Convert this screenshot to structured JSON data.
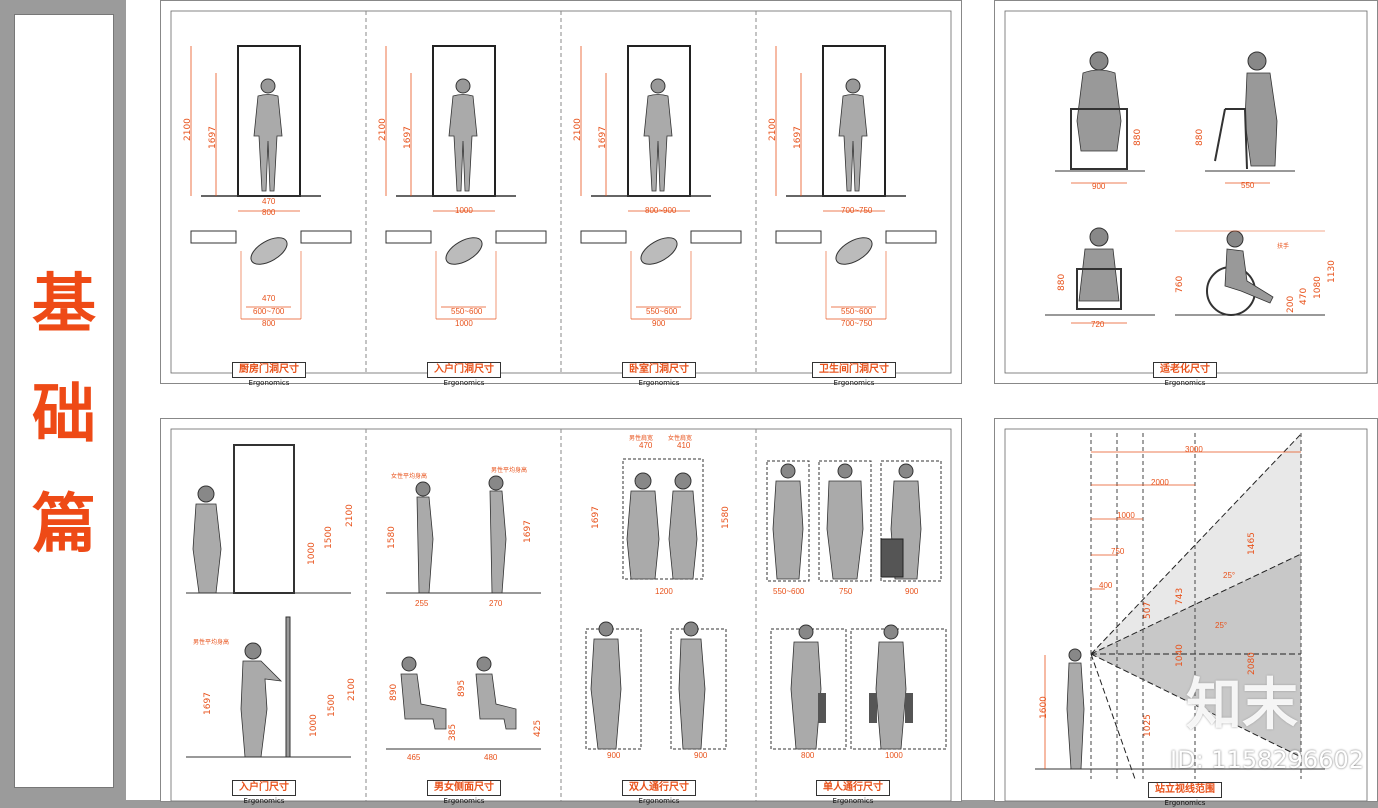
{
  "side_title": [
    "基",
    "础",
    "篇"
  ],
  "top_row": [
    {
      "caption": "厨房门洞尺寸",
      "sub": "Ergonomics",
      "h_total": "2100",
      "h_person": "1697",
      "w_top": "470",
      "w_door": "800",
      "w_plan_a": "470",
      "w_plan_b": "600~700",
      "w_plan_c": "800"
    },
    {
      "caption": "入户门洞尺寸",
      "sub": "Ergonomics",
      "h_total": "2100",
      "h_person": "1697",
      "w_door": "1000",
      "w_plan_b": "550~600",
      "w_plan_c": "1000"
    },
    {
      "caption": "卧室门洞尺寸",
      "sub": "Ergonomics",
      "h_total": "2100",
      "h_person": "1697",
      "w_door": "800~900",
      "w_plan_b": "550~600",
      "w_plan_c": "900"
    },
    {
      "caption": "卫生间门洞尺寸",
      "sub": "Ergonomics",
      "h_total": "2100",
      "h_person": "1697",
      "w_door": "700~750",
      "w_plan_b": "550~600",
      "w_plan_c": "700~750"
    }
  ],
  "aging": {
    "caption": "适老化尺寸",
    "sub": "Ergonomics",
    "walker_h": "880",
    "walker_w": "900",
    "side_h": "880",
    "side_w": "550",
    "chair_h": "880",
    "chair_w": "720",
    "wheel_h1": "760",
    "wheel_h2": "1130",
    "wheel_h3": "1080",
    "wheel_h4": "470",
    "wheel_h5": "200",
    "armrest": "扶手"
  },
  "bottom_row": [
    {
      "caption": "入户门尺寸",
      "sub": "Ergonomics",
      "label": "男性平均身高",
      "h1": "2100",
      "h2": "1500",
      "h3": "1000",
      "h4": "1697",
      "h5": "2100",
      "h6": "1500",
      "h7": "1000"
    },
    {
      "caption": "男女侧面尺寸",
      "sub": "Ergonomics",
      "female": "女性平均身高",
      "male": "男性平均身高",
      "h_f": "1580",
      "h_m": "1697",
      "w_f": "255",
      "w_m": "270",
      "sit_f": "890",
      "sit_m": "895",
      "seat": "385",
      "seat2": "425",
      "d_f": "465",
      "d_m": "480"
    },
    {
      "caption": "双人通行尺寸",
      "sub": "Ergonomics",
      "top_a": "470",
      "top_b": "410",
      "lab_a": "男性肩宽",
      "lab_b": "女性肩宽",
      "h_m": "1697",
      "h_f": "1580",
      "w_total": "1200",
      "w_a": "900",
      "w_b": "900"
    },
    {
      "caption": "单人通行尺寸",
      "sub": "Ergonomics",
      "w1": "550~600",
      "w2": "750",
      "w3": "900",
      "w4": "800",
      "w5": "1000"
    }
  ],
  "sight": {
    "caption": "站立视线范围",
    "sub": "Ergonomics",
    "d1": "3000",
    "d2": "2000",
    "d3": "1000",
    "d4": "750",
    "d5": "400",
    "angle1": "25°",
    "angle2": "25°",
    "h": "1600",
    "v1": "1465",
    "v2": "743",
    "v3": "2080",
    "v4": "1040",
    "v5": "507",
    "v6": "1025"
  },
  "watermark": "知末",
  "id_text": "ID: 1158296602"
}
